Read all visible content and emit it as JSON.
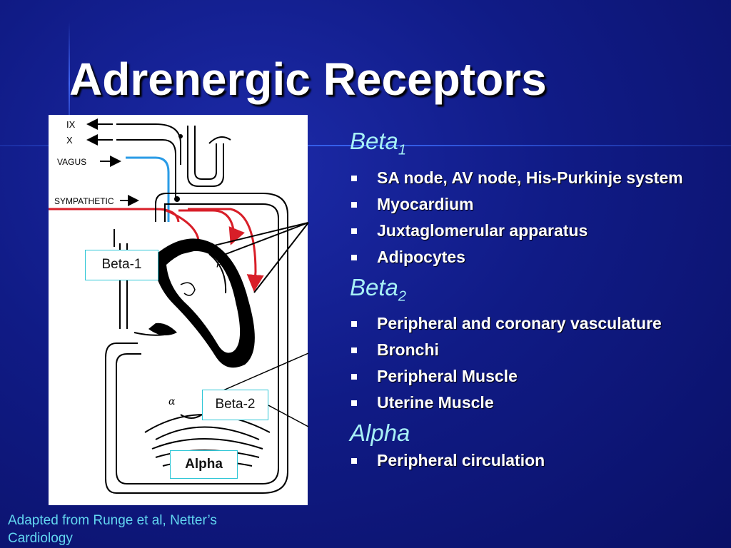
{
  "slide": {
    "title": "Adrenergic Receptors",
    "source_note": "Adapted from Runge et al, Netter’s Cardiology"
  },
  "figure": {
    "nerve_labels": [
      "IX",
      "X",
      "VAGUS",
      "SYMPATHETIC"
    ],
    "receptor_symbols": {
      "beta_top": "β",
      "beta_bottom": "β",
      "alpha": "α"
    },
    "callouts": {
      "beta1": "Beta-1",
      "beta2": "Beta-2",
      "alpha": "Alpha"
    }
  },
  "receptors": [
    {
      "name": "Beta",
      "subscript": "1",
      "items": [
        "SA node, AV node, His-Purkinje system",
        "Myocardium",
        "Juxtaglomerular apparatus",
        "Adipocytes"
      ]
    },
    {
      "name": "Beta",
      "subscript": "2",
      "items": [
        "Peripheral and coronary vasculature",
        "Bronchi",
        "Peripheral Muscle",
        "Uterine Muscle"
      ]
    },
    {
      "name": "Alpha",
      "subscript": "",
      "items": [
        "Peripheral circulation"
      ]
    }
  ],
  "colors": {
    "background": "#101b86",
    "heading": "#a7f0f5",
    "source_note": "#62d6f0",
    "vagus": "#2a9be6",
    "sympathetic": "#e0202a",
    "callout_border": "#2ec6d6"
  }
}
